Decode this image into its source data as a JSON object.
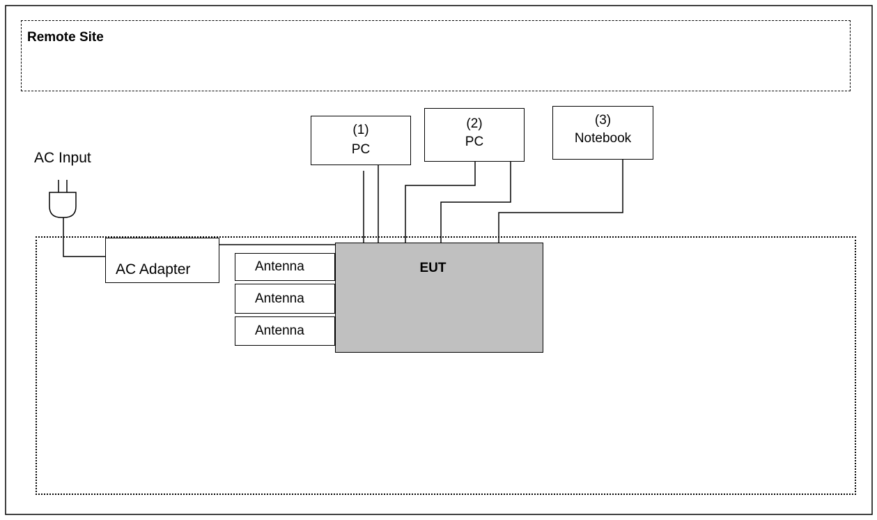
{
  "diagram": {
    "remote_site": {
      "label": "Remote Site"
    },
    "ac_input": {
      "label": "AC Input",
      "icon": "plug-icon"
    },
    "ac_adapter": {
      "label": "AC Adapter"
    },
    "eut": {
      "label": "EUT",
      "fill": "#c0c0c0"
    },
    "antennas": [
      {
        "label": "Antenna"
      },
      {
        "label": "Antenna"
      },
      {
        "label": "Antenna"
      }
    ],
    "devices": [
      {
        "number": "(1)",
        "name": "PC"
      },
      {
        "number": "(2)",
        "name": "PC"
      },
      {
        "number": "(3)",
        "name": "Notebook"
      }
    ]
  }
}
